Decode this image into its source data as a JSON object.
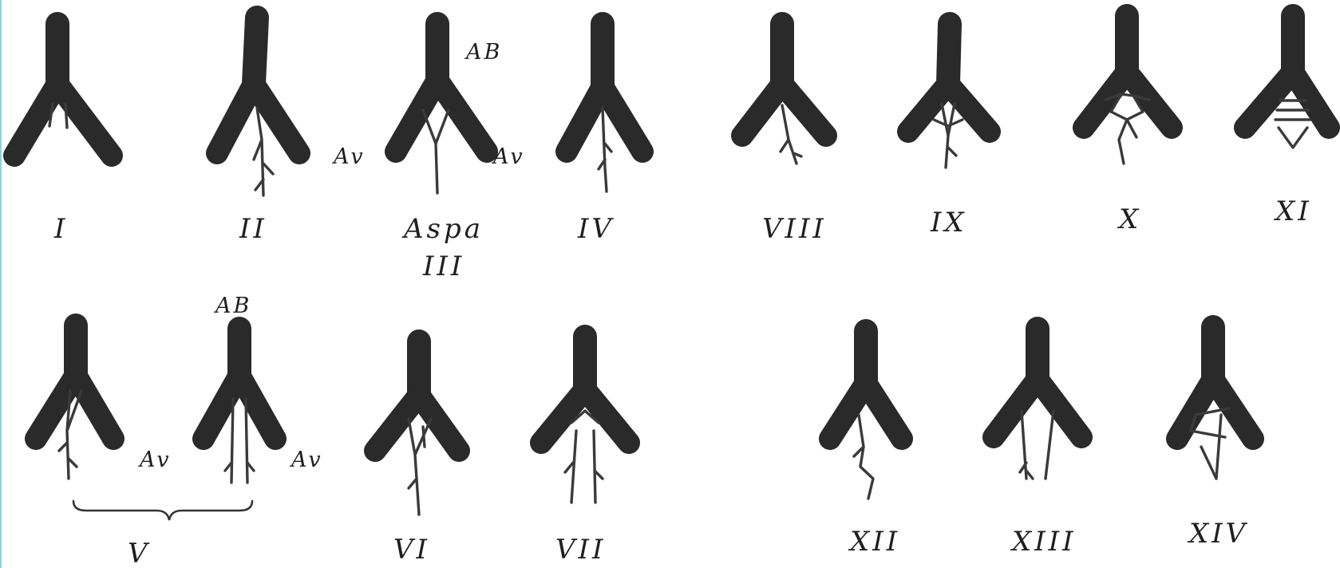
{
  "figure": {
    "variant_labels": {
      "I": "I",
      "II": "II",
      "III": "III",
      "IV": "IV",
      "V": "V",
      "VI": "VI",
      "VII": "VII",
      "VIII": "VIII",
      "IX": "IX",
      "X": "X",
      "XI": "XI",
      "XII": "XII",
      "XIII": "XIII",
      "XIV": "XIV"
    },
    "annotations": {
      "ab": "AB",
      "av": "Av",
      "aspa": "Aspa"
    },
    "colors": {
      "vessel": "#2a2a2a",
      "background": "#ffffff",
      "left_edge": "#8ecfe6"
    }
  }
}
